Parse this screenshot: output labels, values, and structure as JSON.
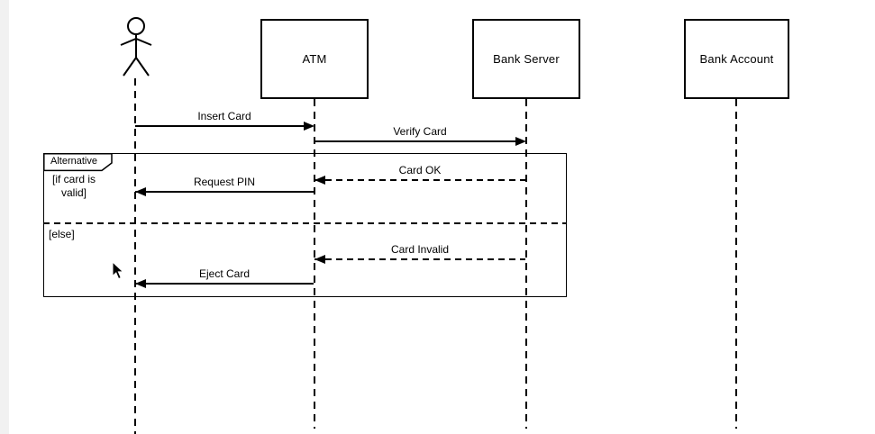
{
  "diagram": {
    "type": "uml-sequence",
    "participants": [
      {
        "name": "user-actor",
        "label": "",
        "kind": "actor"
      },
      {
        "name": "atm",
        "label": "ATM",
        "kind": "box"
      },
      {
        "name": "bank-server",
        "label": "Bank Server",
        "kind": "box"
      },
      {
        "name": "bank-account",
        "label": "Bank Account",
        "kind": "box"
      }
    ],
    "messages": [
      {
        "label": "Insert Card",
        "from": "user-actor",
        "to": "atm",
        "style": "solid"
      },
      {
        "label": "Verify Card",
        "from": "atm",
        "to": "bank-server",
        "style": "solid"
      },
      {
        "label": "Card OK",
        "from": "bank-server",
        "to": "atm",
        "style": "dashed"
      },
      {
        "label": "Request PIN",
        "from": "atm",
        "to": "user-actor",
        "style": "solid"
      },
      {
        "label": "Card Invalid",
        "from": "bank-server",
        "to": "atm",
        "style": "dashed"
      },
      {
        "label": "Eject Card",
        "from": "atm",
        "to": "user-actor",
        "style": "solid"
      }
    ],
    "fragment": {
      "operator": "Alternative",
      "guard": {
        "line1": "[if card is",
        "line2": "valid]"
      },
      "else_guard": "[else]"
    },
    "colors": {
      "stroke": "#000000",
      "background": "#ffffff"
    }
  }
}
